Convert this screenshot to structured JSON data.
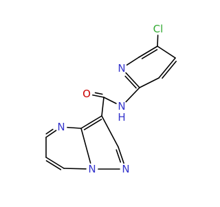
{
  "colors": {
    "background": "#ffffff",
    "bond": "#000000",
    "nitrogen": "#3333cc",
    "oxygen": "#cc0000",
    "chlorine": "#33aa33"
  },
  "atoms": {
    "cl": {
      "text": "Cl",
      "element": "Cl"
    },
    "n_pyridine": {
      "text": "N",
      "element": "N"
    },
    "o_carbonyl": {
      "text": "O",
      "element": "O"
    },
    "n_amide": {
      "text": "N",
      "element": "N"
    },
    "h_amide": {
      "text": "H",
      "element": "N"
    },
    "n_pyrimidine": {
      "text": "N",
      "element": "N"
    },
    "n_bridge": {
      "text": "N",
      "element": "N"
    },
    "n_pyrazole": {
      "text": "N",
      "element": "N"
    }
  }
}
